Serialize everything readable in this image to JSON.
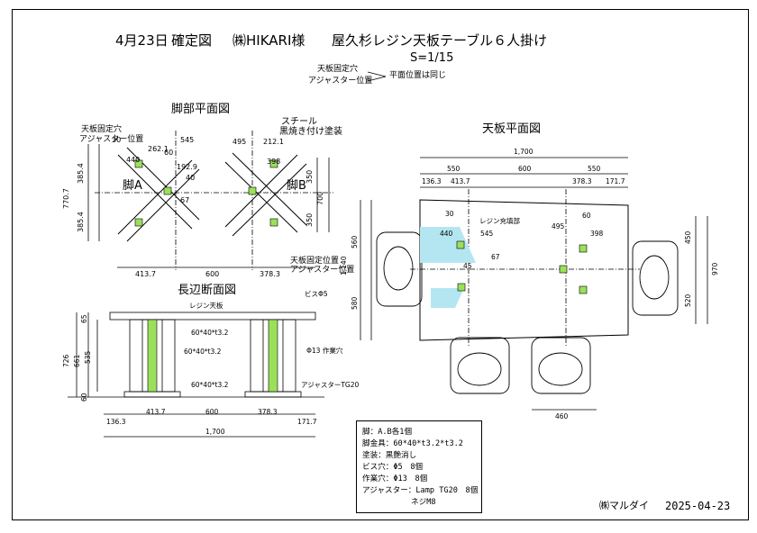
{
  "title": {
    "date": "4月23日",
    "kind": "確定図",
    "client": "㈱HIKARI様",
    "product": "屋久杉レジン天板テーブル６人掛け",
    "scale": "S=1/15"
  },
  "legend_note": {
    "line1": "天板固定穴",
    "line2": "アジャスター位置",
    "text": "平面位置は同じ"
  },
  "leg_plan": {
    "heading": "脚部平面図",
    "label_a": "脚A",
    "label_b": "脚B",
    "note_tl_1": "天板固定穴",
    "note_tl_2": "アジャスター位置",
    "note_tr_1": "スチール",
    "note_tr_2": "黒焼き付け塗装",
    "note_br_1": "天板固定位置",
    "note_br_2": "アジャスター位置",
    "dims": {
      "d545": "545",
      "d262": "262.1",
      "d192": "192.9",
      "d440": "440",
      "d30": "30",
      "d60": "60",
      "d40": "40",
      "d67": "67",
      "d495": "495",
      "d212": "212.1",
      "d398": "398",
      "d3854a": "385.4",
      "d3854b": "385.4",
      "d7707": "770.7",
      "d350a": "350",
      "d350b": "350",
      "d700": "700",
      "d4137": "413.7",
      "d600": "600",
      "d3783": "378.3"
    }
  },
  "section": {
    "heading": "長辺断面図",
    "resin": "レジン天板",
    "screw": "ビスΦ5",
    "pipe1": "60*40*t3.2",
    "pipe2": "60*40*t3.2",
    "pipe3": "60*40*t3.2",
    "hole": "Φ13 作業穴",
    "adjuster": "アジャスターTG20",
    "dims": {
      "h726": "726",
      "h661": "661",
      "h535": "535",
      "h65": "65",
      "h60": "60",
      "w1363": "136.3",
      "w4137": "413.7",
      "w600": "600",
      "w3783": "378.3",
      "w1717": "171.7",
      "w1700": "1,700"
    }
  },
  "top_plan": {
    "heading": "天板平面図",
    "resin_part": "レジン充填部",
    "dims": {
      "w1700": "1,700",
      "w550a": "550",
      "w600": "600",
      "w550b": "550",
      "w1363": "136.3",
      "w4137": "413.7",
      "w3783": "378.3",
      "w1717": "171.7",
      "h560": "560",
      "h1140": "1,140",
      "h580": "580",
      "h450": "450",
      "h970": "970",
      "h520": "520",
      "w460": "460",
      "d545": "545",
      "d440": "440",
      "d30": "30",
      "d45": "45",
      "d67": "67",
      "d495": "495",
      "d398": "398",
      "d60": "60"
    }
  },
  "spec": {
    "l1": "脚：A.B各1個",
    "l2": "脚金具：60*40*t3.2*t3.2",
    "l3": "塗装：黒艶消し",
    "l4": "ビス穴：Φ5　8個",
    "l5": "作業穴：Φ13　8個",
    "l6": "アジャスター：Lamp TG20　8個",
    "l7": "ネジM8"
  },
  "footer": {
    "company": "㈱マルダイ",
    "date": "2025-04-23"
  },
  "colors": {
    "line": "#000000",
    "leg_green": "#9be05a",
    "resin_blue": "#b4e6f2"
  }
}
